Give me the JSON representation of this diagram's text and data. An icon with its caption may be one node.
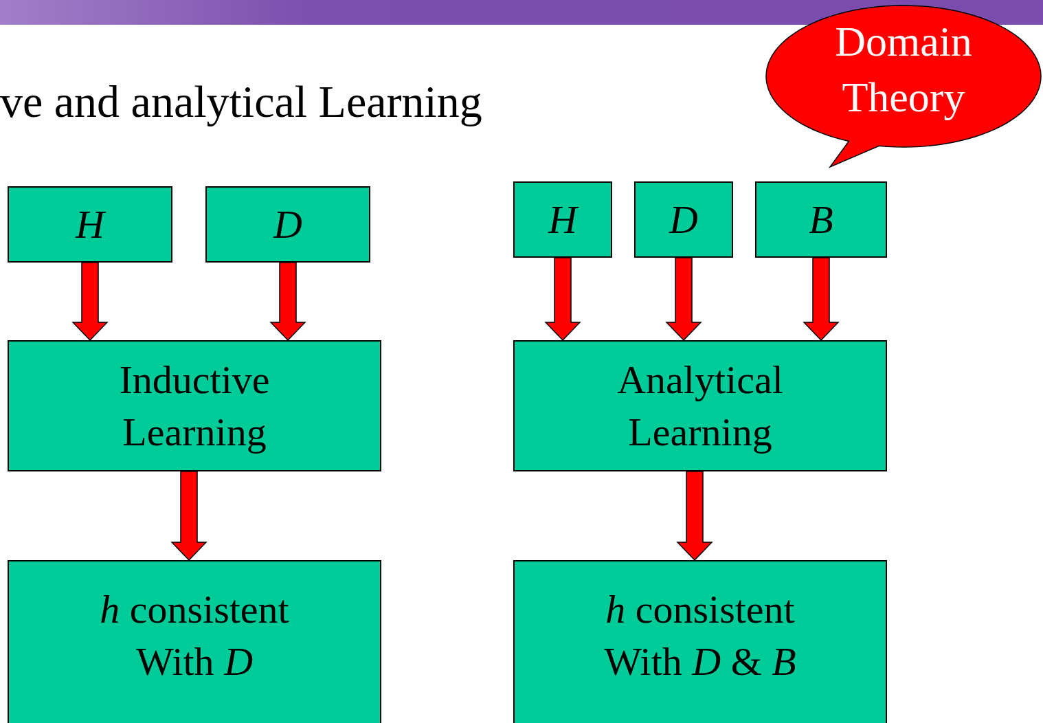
{
  "diagram": {
    "title": "ve and analytical Learning",
    "nodes": [
      {
        "text": [
          "H"
        ]
      },
      {
        "text": [
          "D"
        ]
      },
      {
        "text": [
          "Inductive Learning"
        ]
      },
      {
        "text": [
          "*h* consistent With *D*"
        ]
      },
      {
        "text": [
          "H"
        ]
      },
      {
        "text": [
          "D"
        ]
      },
      {
        "text": [
          "B"
        ]
      },
      {
        "text": [
          "Analytical Learning"
        ]
      },
      {
        "text": [
          "*h* consistent With *D* & *B*"
        ]
      },
      {
        "text": [
          "Domain Theory"
        ]
      }
    ],
    "edges": [
      {
        "from": 0,
        "to": 2,
        "arrow": "to"
      },
      {
        "from": 1,
        "to": 2,
        "arrow": "to"
      },
      {
        "from": 2,
        "to": 3,
        "arrow": "to"
      },
      {
        "from": 4,
        "to": 7,
        "arrow": "to"
      },
      {
        "from": 5,
        "to": 7,
        "arrow": "to"
      },
      {
        "from": 6,
        "to": 7,
        "arrow": "to"
      },
      {
        "from": 7,
        "to": 8,
        "arrow": "to"
      }
    ]
  }
}
